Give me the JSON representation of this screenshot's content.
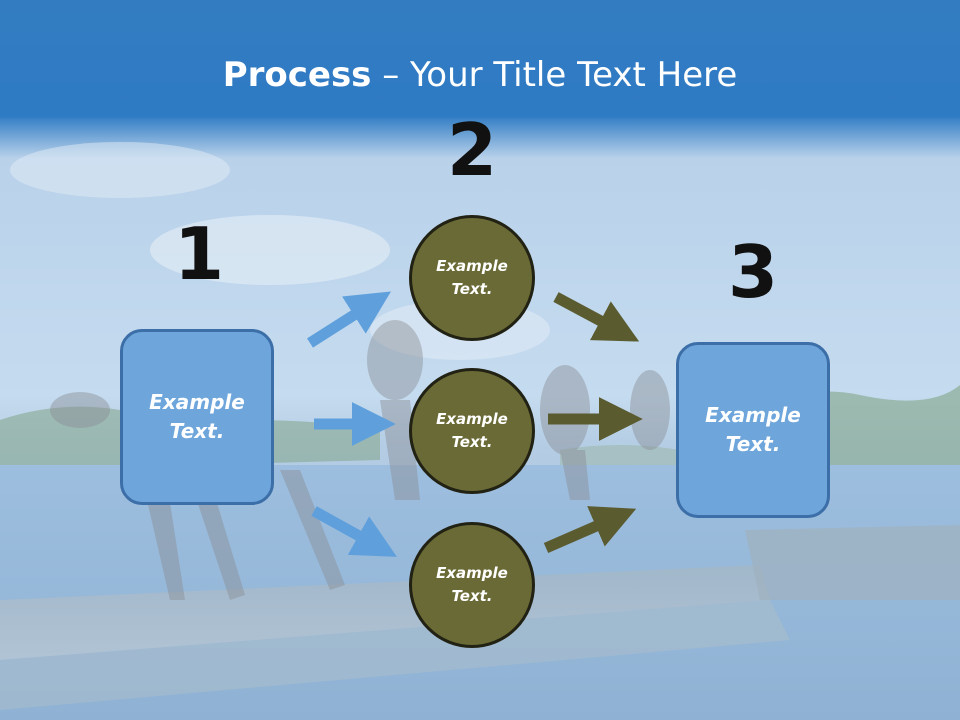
{
  "slide": {
    "title_bold": "Process",
    "title_rest": " – Your Title Text Here"
  },
  "diagram": {
    "steps": [
      {
        "number": "1",
        "boxes": [
          {
            "text": "Example Text."
          }
        ]
      },
      {
        "number": "2",
        "circles": [
          {
            "text": "Example Text."
          },
          {
            "text": "Example Text."
          },
          {
            "text": "Example Text."
          }
        ]
      },
      {
        "number": "3",
        "boxes": [
          {
            "text": "Example Text."
          }
        ]
      }
    ]
  },
  "colors": {
    "header_blue": "#2a78c2",
    "box_fill": "#6ea6dc",
    "box_border": "#3c6ea8",
    "circle_fill": "#6a6a36",
    "blue_arrow": "#5fa0dc",
    "olive_arrow": "#5b5b30"
  }
}
